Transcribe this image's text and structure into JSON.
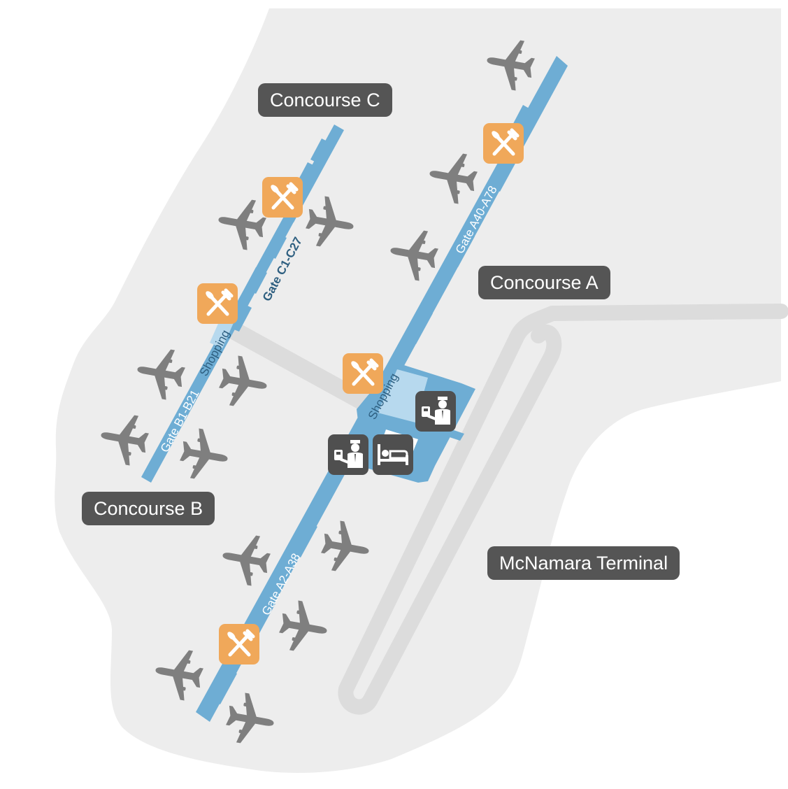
{
  "concourses": {
    "c": "Concourse C",
    "a": "Concourse A",
    "b": "Concourse B",
    "mcnamara": "McNamara Terminal"
  },
  "gate_labels": {
    "a_north": "Gate A40-A78",
    "a_south": "Gate A2-A38",
    "c": "Gate C1-C27",
    "b": "Gate B1-B21"
  },
  "shopping_labels": {
    "b": "Shopping",
    "a": "Shopping"
  },
  "icons": {
    "dining": "fork-knife-icon",
    "customs": "customs-officer-icon",
    "hotel": "hotel-bed-icon",
    "aircraft": "airplane-icon"
  },
  "colors": {
    "land": "#ededed",
    "concourse": "#6eadd4",
    "shopping": "#b7d9ee",
    "dining": "#f0a85a",
    "service": "#4f4f4f",
    "label": "#555555",
    "plane": "#7f7f7f",
    "road": "#dcdcdc"
  }
}
